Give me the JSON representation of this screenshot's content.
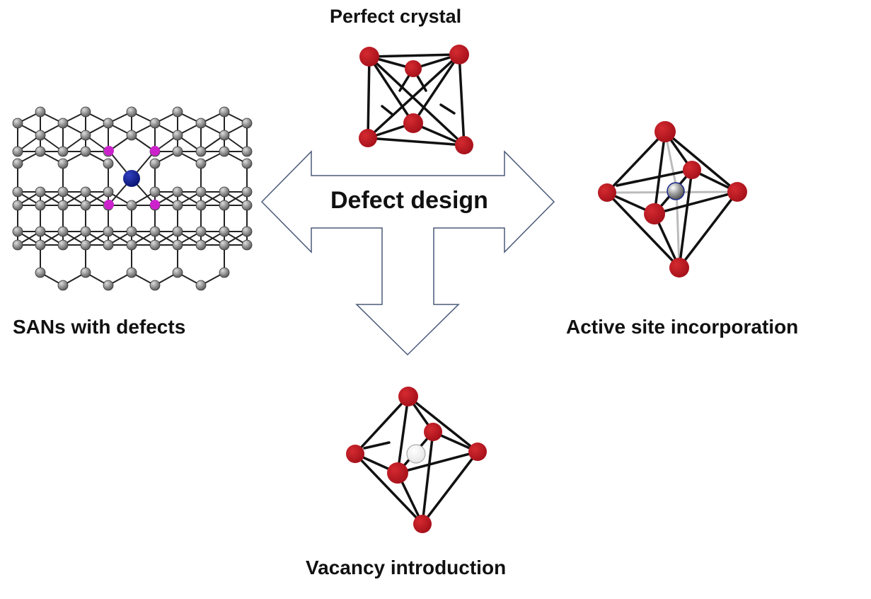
{
  "labels": {
    "perfect_crystal": "Perfect crystal",
    "defect_design": "Defect design",
    "sans_with_defects": "SANs with defects",
    "active_site": "Active site incorporation",
    "vacancy": "Vacancy introduction"
  },
  "colors": {
    "atom_red": "#b0141e",
    "atom_gray": "#808080",
    "dopant_magenta": "#cc22cc",
    "center_blue": "#0b1a8c",
    "bond": "#111111",
    "arrow_stroke": "#4a5a78"
  },
  "icons": {
    "perfect_crystal": "cube-crystal-icon",
    "lattice": "hexagonal-lattice-icon",
    "active_site": "octahedron-with-active-site-icon",
    "vacancy": "octahedron-with-vacancy-icon",
    "arrow": "three-way-arrow-icon"
  }
}
